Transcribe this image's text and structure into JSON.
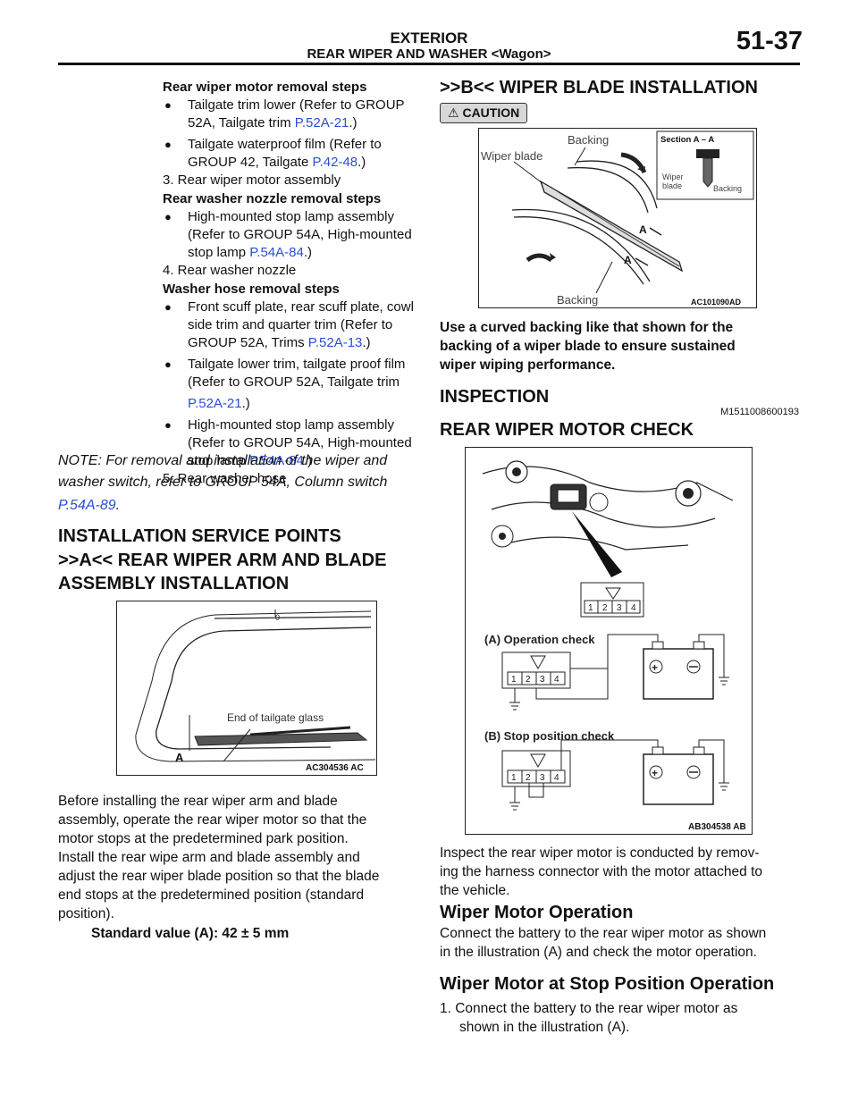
{
  "header": {
    "section": "EXTERIOR",
    "subsection": "REAR WIPER AND WASHER <Wagon>",
    "page_number": "51-37"
  },
  "left": {
    "motor_steps_title": "Rear wiper motor removal steps",
    "motor_steps": [
      {
        "line1": "Tailgate trim lower (Refer to GROUP",
        "line2a": "52A, Tailgate trim ",
        "link": "P.52A-21",
        "tail": ".)"
      },
      {
        "line1": "Tailgate waterproof film (Refer to",
        "line2a": "GROUP 42, Tailgate ",
        "link": "P.42-48",
        "tail": ".)"
      }
    ],
    "motor_step3": "3.  Rear wiper motor assembly",
    "nozzle_steps_title": "Rear washer nozzle removal steps",
    "nozzle_bullet": {
      "line1": "High-mounted stop lamp assembly",
      "line2": "(Refer to GROUP 54A, High-mounted",
      "line3a": "stop lamp ",
      "link": "P.54A-84",
      "tail": ".)"
    },
    "nozzle_step4": "4.  Rear washer nozzle",
    "hose_steps_title": "Washer hose removal steps",
    "hose_bullet1": {
      "line1": "Front scuff plate, rear scuff plate, cowl",
      "line2": "side trim and quarter trim (Refer to",
      "line3a": "GROUP 52A, Trims ",
      "link": "P.52A-13",
      "tail": ".)"
    },
    "hose_bullet2": {
      "line1": "Tailgate lower trim, tailgate proof film",
      "line2": "(Refer to GROUP 52A, Tailgate trim",
      "link": "P.52A-21",
      "tail": ".)"
    },
    "hose_bullet3": {
      "line1": "High-mounted stop lamp assembly",
      "line2": "(Refer to GROUP 54A, High-mounted",
      "line3a": "stop lamp ",
      "link": "P.54A-84",
      "tail": ".)"
    },
    "hose_step5": "5.  Rear washer hose",
    "note_line1": "NOTE: For removal and installation of the wiper and",
    "note_line2": "washer switch, refer to GROUP 54A, Column switch",
    "note_link": "P.54A-89",
    "note_tail": ".",
    "install_heading": "INSTALLATION SERVICE POINTS",
    "a_heading_line1": ">>A<< REAR WIPER ARM AND BLADE",
    "a_heading_line2": "ASSEMBLY INSTALLATION",
    "fig1": {
      "label_end": "End of tailgate glass",
      "label_a": "A",
      "code": "AC304536 AC",
      "zero": "0"
    },
    "para_lines": [
      "Before installing the rear wiper arm and blade",
      "assembly, operate the rear wiper motor so that the",
      "motor stops at the predetermined park position.",
      "Install the rear wipe arm and blade assembly and",
      "adjust the rear wiper blade position so that the blade",
      "end stops at the predetermined position (standard",
      "position)."
    ],
    "standard_value": "Standard value (A): 42 ± 5 mm"
  },
  "right": {
    "b_heading": ">>B<< WIPER BLADE INSTALLATION",
    "caution": "CAUTION",
    "fig2": {
      "wiper_blade": "Wiper blade",
      "backing_top": "Backing",
      "backing_bottom": "Backing",
      "a1": "A",
      "a2": "A",
      "section": "Section A – A",
      "inset_wiper": "Wiper",
      "inset_blade": "blade",
      "inset_backing": "Backing",
      "code": "AC101090AD"
    },
    "caution_lines": [
      "Use a curved backing like that shown for the",
      "backing of a wiper blade to ensure sustained",
      "wiper wiping performance."
    ],
    "inspection_heading": "INSPECTION",
    "inspection_code": "M1511008600193",
    "motor_check_heading": "REAR WIPER MOTOR CHECK",
    "fig3": {
      "pins": [
        "1",
        "2",
        "3",
        "4"
      ],
      "op_label": "(A) Operation check",
      "stop_label": "(B) Stop position check",
      "code": "AB304538 AB"
    },
    "inspect_lines": [
      "Inspect the rear wiper motor is conducted by remov-",
      "ing the harness connector with the motor attached to",
      "the vehicle."
    ],
    "op_heading": "Wiper Motor Operation",
    "op_lines": [
      "Connect the battery to the rear wiper motor as shown",
      "in the illustration (A) and check the motor operation."
    ],
    "stop_heading": "Wiper Motor at Stop Position Operation",
    "stop_step1_line1": "1.  Connect the battery to the rear wiper motor as",
    "stop_step1_line2": "shown in the illustration (A)."
  }
}
